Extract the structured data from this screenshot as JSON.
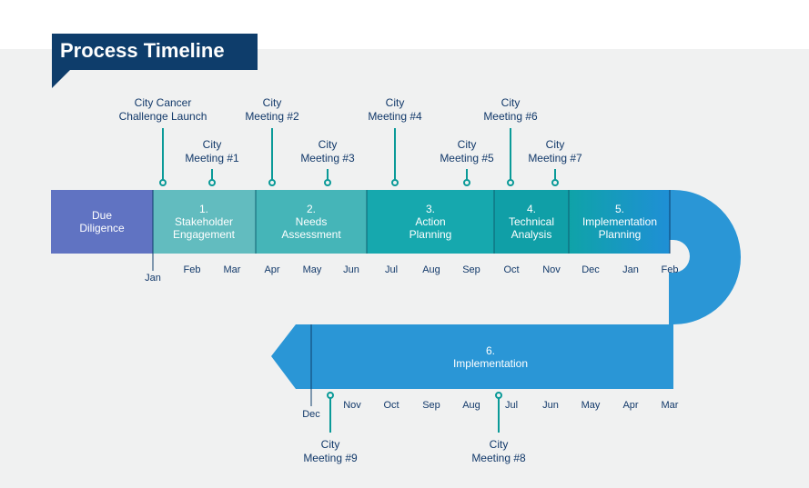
{
  "title": "Process Timeline",
  "colors": {
    "navy": "#0e3d6b",
    "text": "#12396a",
    "teal": "#0a9a98",
    "blue_band": "#2a96d6",
    "due_diligence": "#6073c2",
    "stakeholder": "#62bcbf",
    "needs": "#45b5b8",
    "action": "#16a8ae",
    "technical": "#109fa7",
    "implementation_planning": "#0fa0b8"
  },
  "phases": [
    {
      "id": "due-diligence",
      "line1": "Due",
      "line2": "Diligence"
    },
    {
      "id": "stakeholder",
      "line1": "1.",
      "line2": "Stakeholder",
      "line3": "Engagement"
    },
    {
      "id": "needs",
      "line1": "2.",
      "line2": "Needs",
      "line3": "Assessment"
    },
    {
      "id": "action",
      "line1": "3.",
      "line2": "Action",
      "line3": "Planning"
    },
    {
      "id": "technical",
      "line1": "4.",
      "line2": "Technical",
      "line3": "Analysis"
    },
    {
      "id": "impl-planning",
      "line1": "5.",
      "line2": "Implementation",
      "line3": "Planning"
    },
    {
      "id": "implementation",
      "line1": "6.",
      "line2": "Implementation"
    }
  ],
  "top_months": [
    "Jan",
    "Feb",
    "Mar",
    "Apr",
    "May",
    "Jun",
    "Jul",
    "Aug",
    "Sep",
    "Oct",
    "Nov",
    "Dec",
    "Jan",
    "Feb"
  ],
  "bottom_months": [
    "Dec",
    "Nov",
    "Oct",
    "Sep",
    "Aug",
    "Jul",
    "Jun",
    "May",
    "Apr",
    "Mar"
  ],
  "milestones": [
    {
      "id": "launch",
      "line1": "City Cancer",
      "line2": "Challenge Launch"
    },
    {
      "id": "meeting-1",
      "line1": "City",
      "line2": "Meeting #1"
    },
    {
      "id": "meeting-2",
      "line1": "City",
      "line2": "Meeting #2"
    },
    {
      "id": "meeting-3",
      "line1": "City",
      "line2": "Meeting #3"
    },
    {
      "id": "meeting-4",
      "line1": "City",
      "line2": "Meeting #4"
    },
    {
      "id": "meeting-5",
      "line1": "City",
      "line2": "Meeting #5"
    },
    {
      "id": "meeting-6",
      "line1": "City",
      "line2": "Meeting #6"
    },
    {
      "id": "meeting-7",
      "line1": "City",
      "line2": "Meeting #7"
    },
    {
      "id": "meeting-9",
      "line1": "City",
      "line2": "Meeting #9"
    },
    {
      "id": "meeting-8",
      "line1": "City",
      "line2": "Meeting #8"
    }
  ]
}
